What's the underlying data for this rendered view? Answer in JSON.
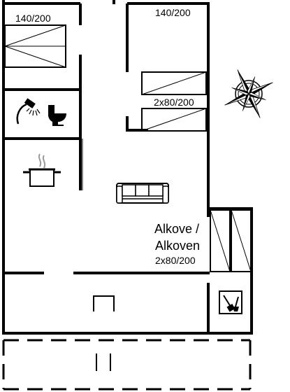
{
  "floor_plan": {
    "bedroom_left": {
      "bed_label": "140/200"
    },
    "bedroom_right": {
      "bed_label": "140/200",
      "bunk_label": "2x80/200"
    },
    "alcove": {
      "line1": "Alkove /",
      "line2": "Alkoven",
      "bed_label": "2x80/200"
    },
    "symbols": [
      "shower-icon",
      "toilet-icon",
      "cooking-pot-icon",
      "sofa-icon",
      "compass-rose-icon",
      "cleaning-equipment-icon"
    ]
  }
}
